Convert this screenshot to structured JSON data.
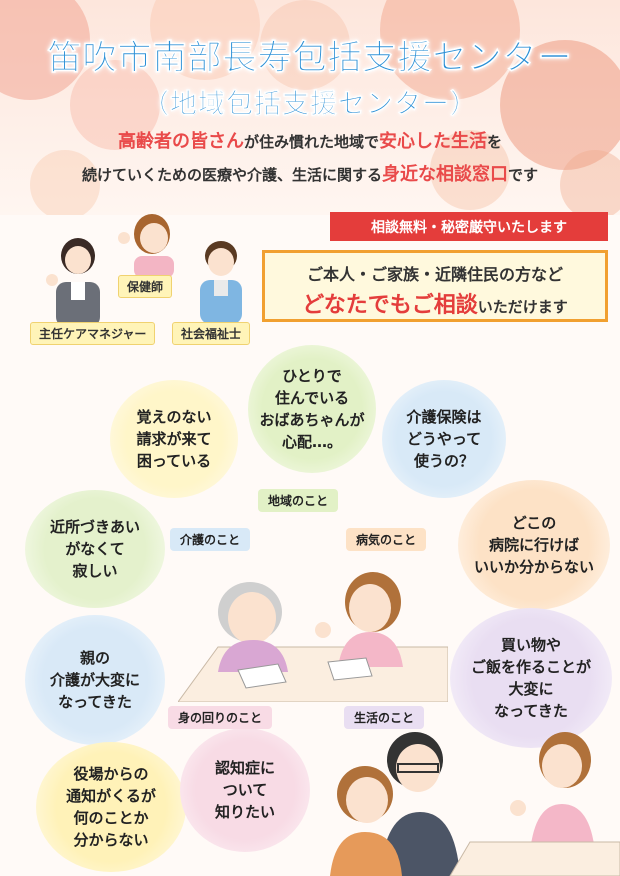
{
  "header": {
    "title": "笛吹市南部長寿包括支援センター",
    "subtitle": "（地域包括支援センター）",
    "intro_line1": {
      "highlight1": "高齢者の皆さん",
      "text1": "が住み慣れた地域で",
      "highlight2": "安心した生活",
      "text2": "を"
    },
    "intro_line2": {
      "text1": "続けていくための医療や介護、生活に関する",
      "highlight": "身近な相談窓口",
      "text2": "です"
    }
  },
  "free_consult": "相談無料・秘密厳守いたします",
  "notice_box": {
    "line1": "ご本人・ご家族・近隣住民の方など",
    "line2_highlight": "どなたでもご相談",
    "line2_rest": "いただけます"
  },
  "staff": {
    "care_manager": "主任ケアマネジャー",
    "nurse": "保健師",
    "social_worker": "社会福祉士"
  },
  "concerns": {
    "bill": "覚えのない\n請求が来て\n困っている",
    "grandma": "ひとりで\n住んでいる\nおばあちゃんが\n心配…。",
    "insurance": "介護保険は\nどうやって\n使うの？",
    "lonely": "近所づきあい\nがなくて\n寂しい",
    "hospital": "どこの\n病院に行けば\nいいか分からない",
    "parent_care": "親の\n介護が大変に\nなってきた",
    "shopping": "買い物や\nご飯を作ることが\n大変に\nなってきた",
    "notice": "役場からの\n通知がくるが\n何のことか\n分からない",
    "dementia": "認知症に\nついて\n知りたい"
  },
  "tags": {
    "community": "地域のこと",
    "care": "介護のこと",
    "illness": "病気のこと",
    "personal": "身の回りのこと",
    "life": "生活のこと"
  },
  "colors": {
    "title": "#2a8fd6",
    "accent_red": "#e43d3b",
    "box_border": "#f1a030",
    "bubble_yellow": "#fff2b3",
    "bubble_green": "#dff0c0",
    "bubble_blue": "#d6e8f6",
    "bubble_orange": "#fde0c2",
    "bubble_pink": "#f7dbe6",
    "bubble_purple": "#e6dcf0"
  }
}
